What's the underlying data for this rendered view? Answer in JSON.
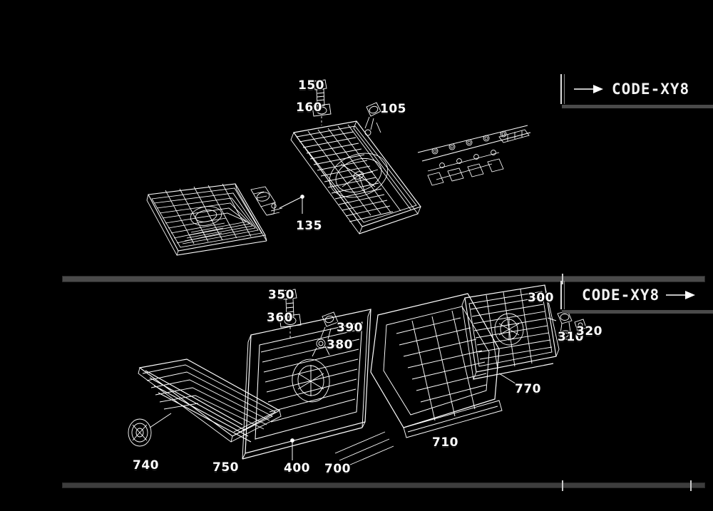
{
  "page": {
    "background_color": "#000000",
    "line_color": "#ffffff",
    "divider_color": "#4a4a4a"
  },
  "banners": [
    {
      "id": "top",
      "code": "CODE-XY8",
      "arrow_icon": "arrow-right-icon",
      "arrow_position": "left"
    },
    {
      "id": "bottom",
      "code": "CODE-XY8",
      "arrow_icon": "arrow-right-icon",
      "arrow_position": "right"
    }
  ],
  "upper_diagram": {
    "callouts": [
      {
        "id": "c150",
        "label": "150"
      },
      {
        "id": "c160",
        "label": "160"
      },
      {
        "id": "c105",
        "label": "105"
      },
      {
        "id": "c135",
        "label": "135"
      }
    ]
  },
  "lower_diagram": {
    "callouts": [
      {
        "id": "c350",
        "label": "350"
      },
      {
        "id": "c360",
        "label": "360"
      },
      {
        "id": "c390",
        "label": "390"
      },
      {
        "id": "c380",
        "label": "380"
      },
      {
        "id": "c300",
        "label": "300"
      },
      {
        "id": "c310",
        "label": "310"
      },
      {
        "id": "c320",
        "label": "320"
      },
      {
        "id": "c770",
        "label": "770"
      },
      {
        "id": "c710",
        "label": "710"
      },
      {
        "id": "c740",
        "label": "740"
      },
      {
        "id": "c750",
        "label": "750"
      },
      {
        "id": "c400",
        "label": "400"
      },
      {
        "id": "c700",
        "label": "700"
      }
    ]
  }
}
